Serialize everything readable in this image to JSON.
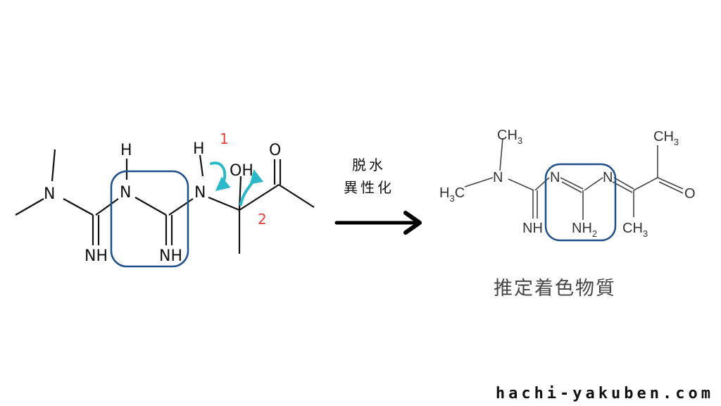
{
  "left_molecule": {
    "atoms": {
      "h_top1": "H",
      "h_top2": "H",
      "n_left": "N",
      "n_mid": "N",
      "n_right": "N",
      "oh": "OH",
      "o_ketone": "O",
      "nh_left": "NH",
      "nh_right": "NH"
    },
    "step_numbers": [
      "1",
      "2"
    ]
  },
  "reaction_arrow": {
    "label_line1": "脱水",
    "label_line2": "異性化"
  },
  "right_molecule": {
    "atoms": {
      "ch3_top": "CH",
      "ch3_top_sub": "3",
      "h3c": "H",
      "h3c_sub": "3",
      "h3c_c": "C",
      "n_left": "N",
      "n_mid1": "N",
      "n_mid2": "N",
      "acetyl_ch3": "CH",
      "acetyl_ch3_sub": "3",
      "o": "O",
      "nh": "NH",
      "nh2": "NH",
      "nh2_sub": "2",
      "ch3_bottom": "CH",
      "ch3_bottom_sub": "3"
    },
    "caption": "推定着色物質"
  },
  "site": "hachi-yakuben.com",
  "colors": {
    "highlight_box": "#1f4e8c",
    "curved_arrows": "#2bb9c9",
    "step_numbers": "#e0403a",
    "bonds": "#111111"
  }
}
